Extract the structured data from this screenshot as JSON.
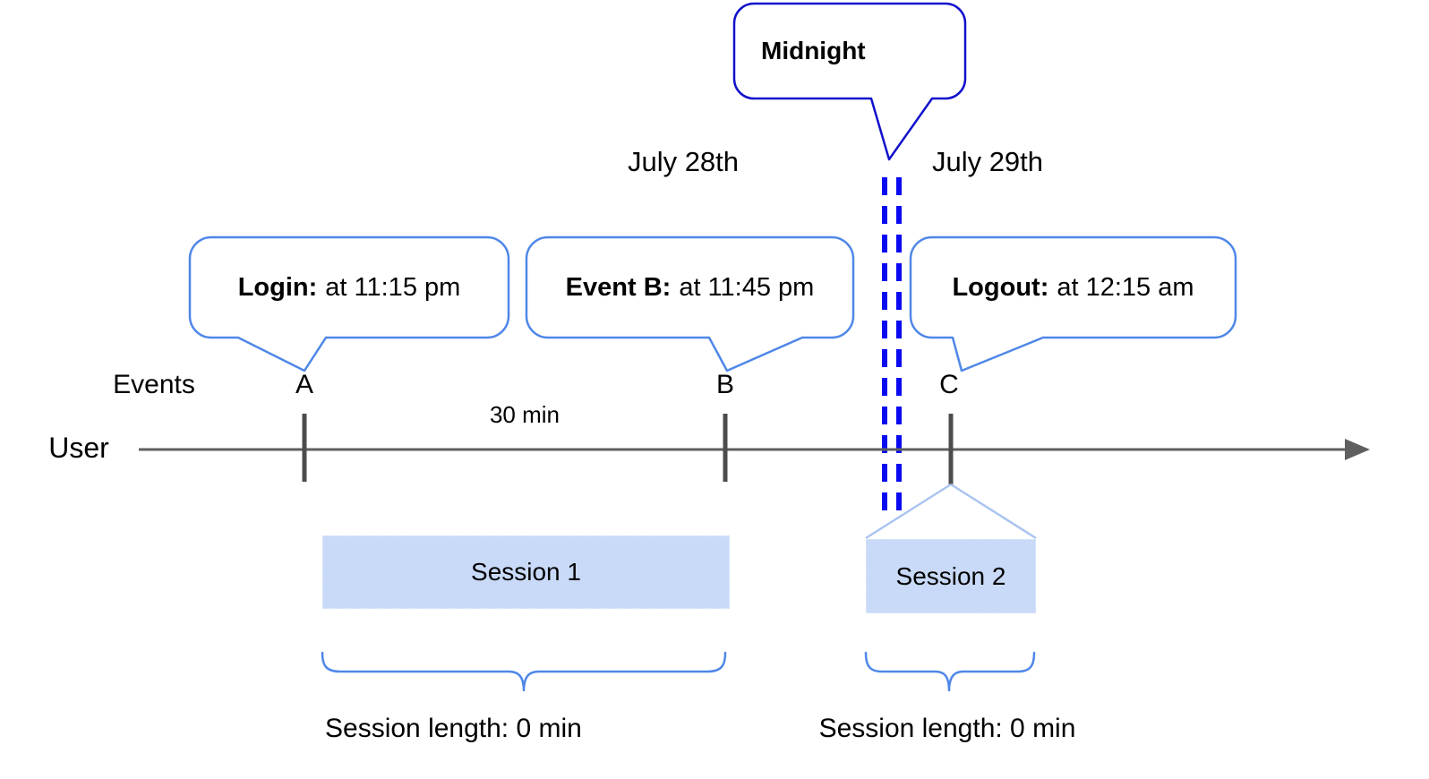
{
  "dates": {
    "left_label": "July 28th",
    "right_label": "July 29th"
  },
  "midnight": {
    "label": "Midnight"
  },
  "callouts": {
    "login": {
      "title": "Login:",
      "detail": "at 11:15 pm"
    },
    "event_b": {
      "title": "Event B:",
      "detail": "at 11:45 pm"
    },
    "logout": {
      "title": "Logout:",
      "detail": "at 12:15 am"
    }
  },
  "timeline": {
    "row_label": "User",
    "events_label": "Events",
    "interval_label": "30 min",
    "markers": {
      "a": "A",
      "b": "B",
      "c": "C"
    }
  },
  "sessions": {
    "session1": {
      "label": "Session 1",
      "length_label": "Session length: 0 min"
    },
    "session2": {
      "label": "Session 2",
      "length_label": "Session length: 0 min"
    }
  },
  "colors": {
    "callout_border": "#4f87e8",
    "midnight_border": "#1111cc",
    "midnight_dash": "#0a0af2",
    "session_fill": "#c9daf8",
    "funnel_line": "#aac4f0",
    "brace": "#4f87e8",
    "axis_line": "#5f5f5f",
    "tick": "#4c4c4c",
    "text": "#000000"
  }
}
